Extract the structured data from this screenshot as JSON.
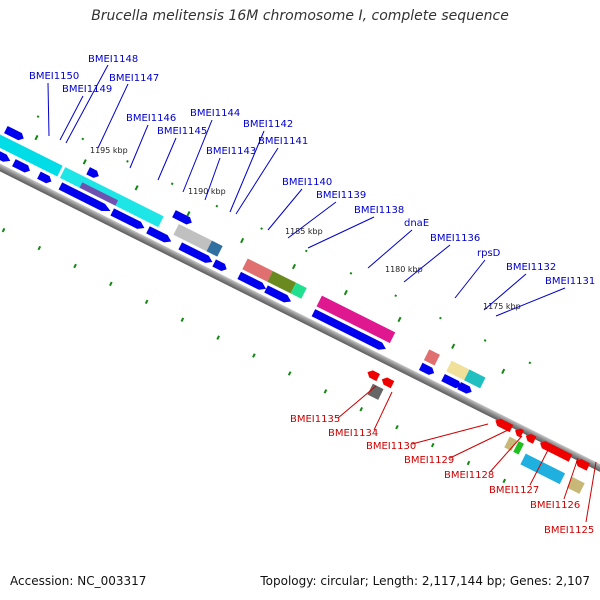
{
  "title": "Brucella melitensis 16M chromosome I, complete sequence",
  "accession": "Accession: NC_003317",
  "summary": "Topology: circular; Length: 2,117,144 bp; Genes: 2,107",
  "colors": {
    "label_forward": "#0000cc",
    "label_reverse": "#cc0000",
    "backbone": "#808080",
    "arrow_forward": "#0000ee",
    "arrow_reverse": "#ee0000"
  },
  "top_labels": [
    "BMEI1148",
    "BMEI1150",
    "BMEI1147",
    "BMEI1149",
    "BMEI1146",
    "BMEI1144",
    "BMEI1145",
    "BMEI1142",
    "BMEI1143",
    "BMEI1141",
    "BMEI1140",
    "BMEI1139",
    "BMEI1138",
    "dnaE",
    "BMEI1136",
    "rpsD",
    "BMEI1132",
    "BMEI1131"
  ],
  "bottom_labels": [
    "BMEI1135",
    "BMEI1134",
    "BMEI1130",
    "BMEI1129",
    "BMEI1128",
    "BMEI1127",
    "BMEI1126",
    "BMEI1125"
  ],
  "ticks": [
    "1195 kbp",
    "1190 kbp",
    "1185 kbp",
    "1180 kbp",
    "1175 kbp"
  ]
}
